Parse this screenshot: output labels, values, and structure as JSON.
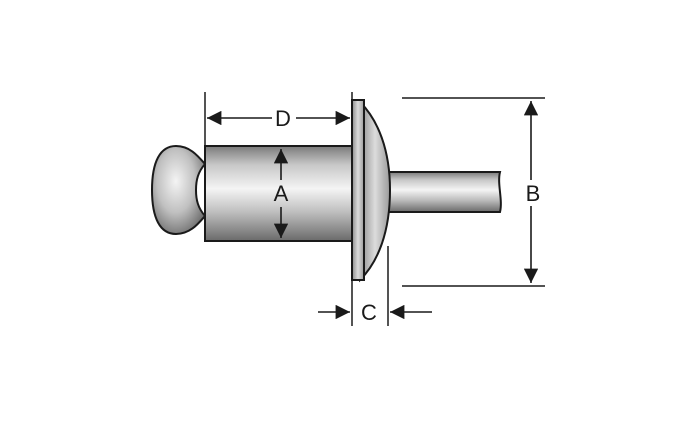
{
  "diagram": {
    "labels": {
      "a": "A",
      "b": "B",
      "c": "C",
      "d": "D"
    },
    "colors": {
      "line": "#1a1a1a",
      "metal_light": "#f2f2f2",
      "metal_mid": "#c4c4c4",
      "metal_dark": "#6e6e6e"
    }
  }
}
